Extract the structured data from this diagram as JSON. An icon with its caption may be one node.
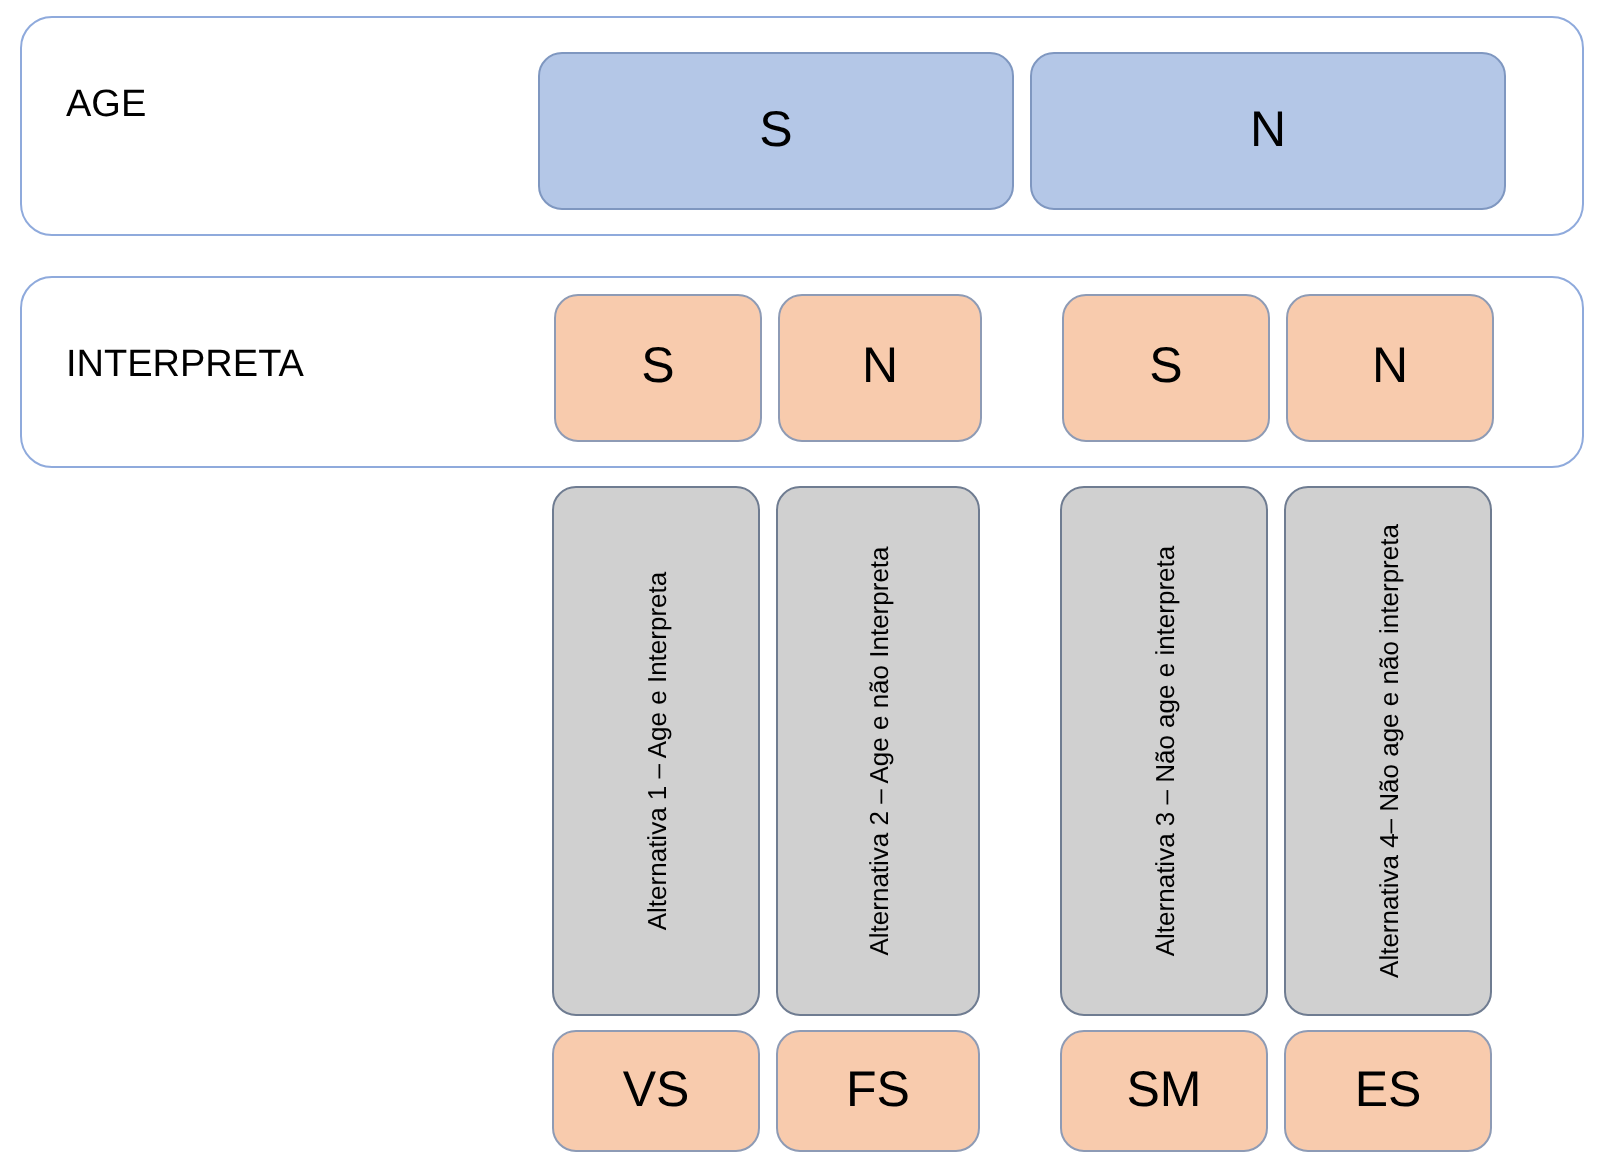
{
  "diagram": {
    "nodes": [
      {
        "text": [
          "AGE"
        ]
      },
      {
        "text": [
          "S"
        ],
        "in": 0
      },
      {
        "text": [
          "N"
        ],
        "in": 0
      },
      {
        "text": [
          "INTERPRETA"
        ]
      },
      {
        "text": [
          "S"
        ],
        "in": 3
      },
      {
        "text": [
          "N"
        ],
        "in": 3
      },
      {
        "text": [
          "S"
        ],
        "in": 3
      },
      {
        "text": [
          "N"
        ],
        "in": 3
      },
      {
        "text": [
          "Alternativa 1 – Age e Interpreta"
        ]
      },
      {
        "text": [
          "Alternativa 2 – Age e não Interpreta"
        ]
      },
      {
        "text": [
          "Alternativa 3 – Não age e interpreta"
        ]
      },
      {
        "text": [
          "Alternativa 4– Não age e não interpreta"
        ]
      },
      {
        "text": [
          "VS"
        ]
      },
      {
        "text": [
          "FS"
        ]
      },
      {
        "text": [
          "SM"
        ]
      },
      {
        "text": [
          "ES"
        ]
      }
    ]
  }
}
